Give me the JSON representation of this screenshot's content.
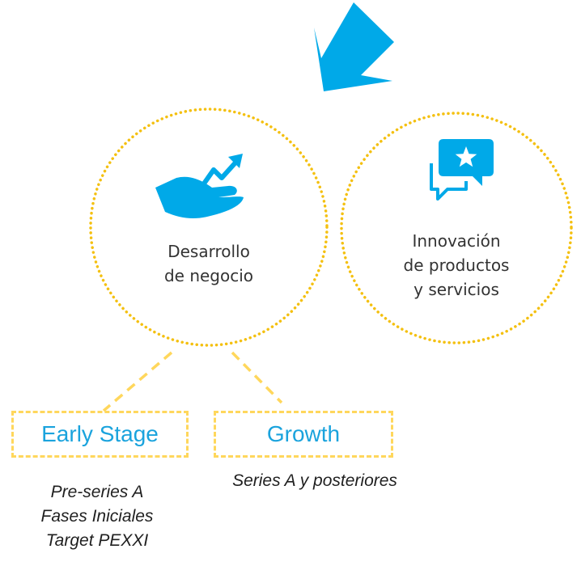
{
  "colors": {
    "accent_blue": "#00a9e8",
    "dotted_yellow": "#f4c010",
    "dashed_yellow": "#ffd75c",
    "label_blue": "#1aa3dd",
    "text_dark": "#333333"
  },
  "icons": {
    "arrow": "big-arrow-icon",
    "growth": "hand-growth-icon",
    "chat": "chat-star-icon"
  },
  "circle_business": {
    "line1": "Desarrollo",
    "line2": "de negocio"
  },
  "circle_innovation": {
    "line1": "Innovación",
    "line2": "de productos",
    "line3": "y servicios"
  },
  "stage_early": {
    "label": "Early Stage",
    "details": [
      "Pre-series A",
      "Fases Iniciales",
      "Target PEXXI"
    ]
  },
  "stage_growth": {
    "label": "Growth",
    "details": [
      "Series A y posteriores"
    ]
  }
}
